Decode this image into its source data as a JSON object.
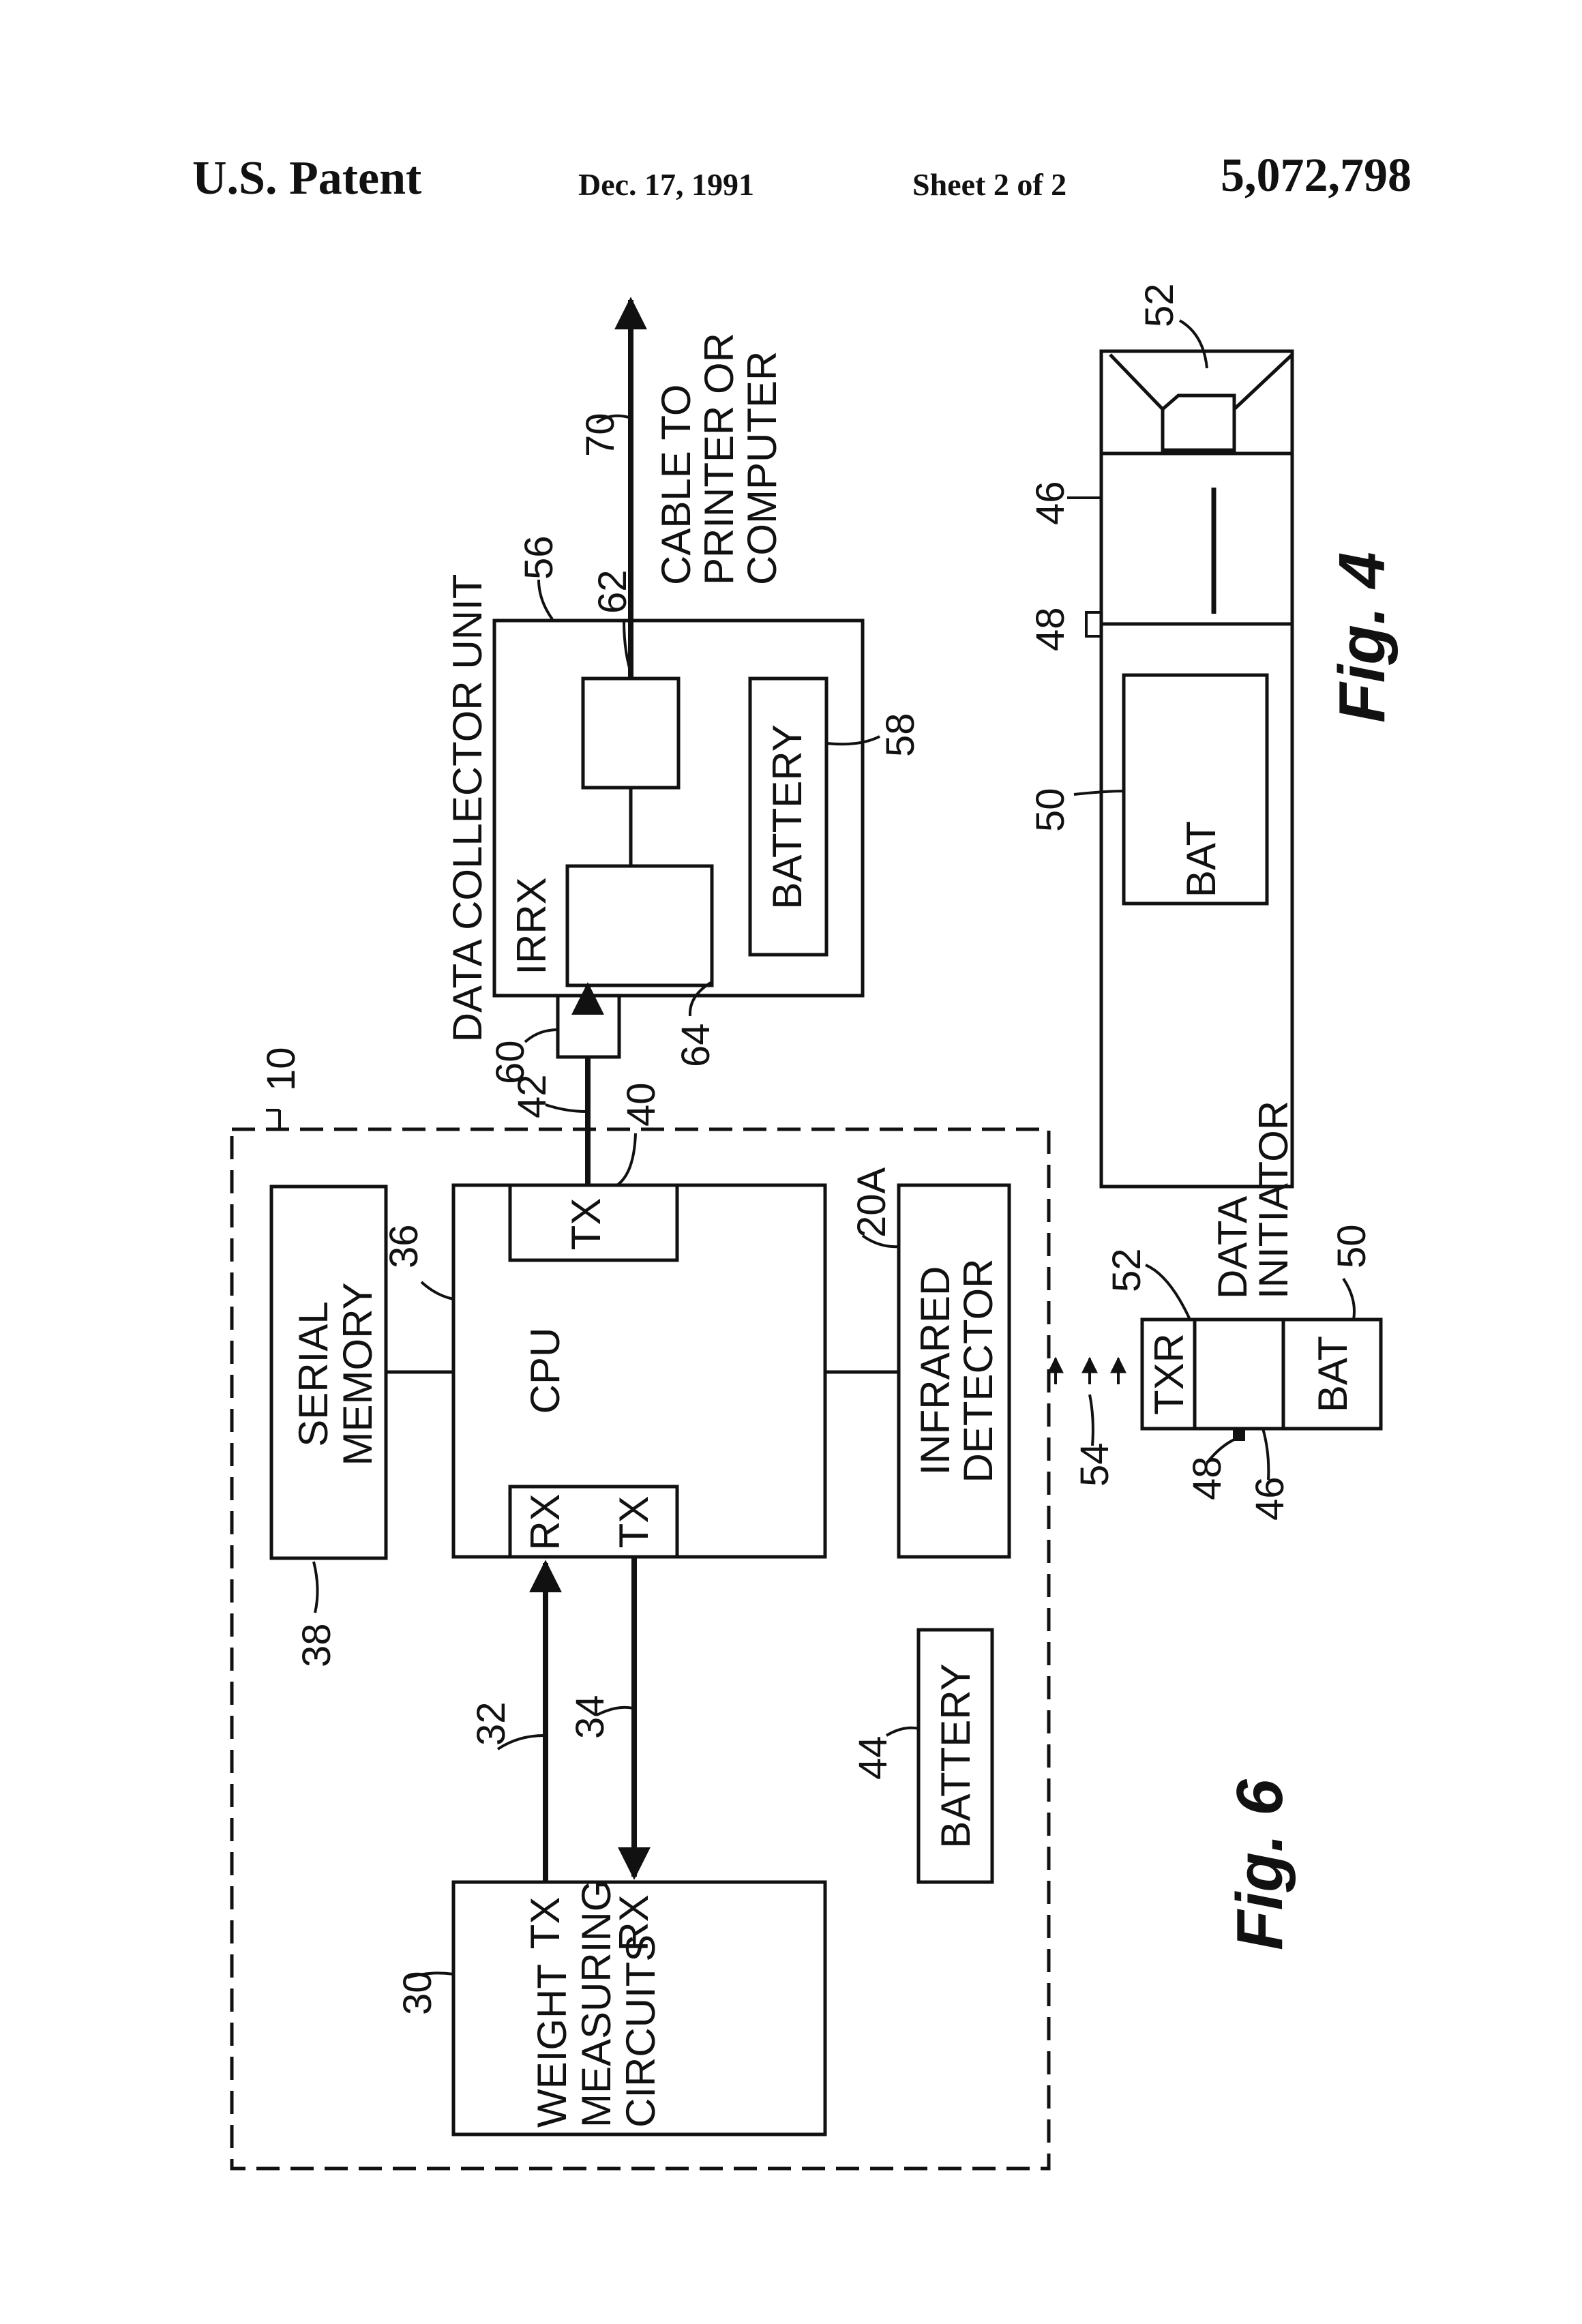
{
  "header": {
    "left": "U.S. Patent",
    "date": "Dec. 17, 1991",
    "sheet": "Sheet 2 of 2",
    "number": "5,072,798"
  },
  "fig6": {
    "caption": "Fig. 6",
    "device_ref": "10",
    "weight_circuits": {
      "ref": "30",
      "lines": [
        "WEIGHT",
        "MEASURING",
        "CIRCUITS"
      ],
      "tx": "TX",
      "rx": "RX"
    },
    "line_refs": {
      "tx_line": "32",
      "rx_line": "34",
      "ir_out": "42",
      "tx_port": "40"
    },
    "cpu": {
      "ref": "36",
      "label": "CPU",
      "rx": "RX",
      "tx_lower": "TX",
      "tx_upper": "TX"
    },
    "serial_memory": {
      "ref": "38",
      "lines": [
        "SERIAL",
        "MEMORY"
      ]
    },
    "infrared_detector": {
      "ref": "20A",
      "lines": [
        "INFRARED",
        "DETECTOR"
      ]
    },
    "battery": {
      "ref": "44",
      "label": "BATTERY"
    },
    "data_collector": {
      "ref": "56",
      "title": "DATA COLLECTOR UNIT",
      "irrx": "IRRX",
      "irrx_ref": "64",
      "window_ref": "60",
      "block_ref": "62",
      "battery": "BATTERY",
      "battery_ref": "58"
    },
    "cable": {
      "ref": "70",
      "lines": [
        "CABLE TO",
        "PRINTER OR",
        "COMPUTER"
      ]
    },
    "data_initiator": {
      "lines": [
        "DATA",
        "INITIATOR"
      ],
      "txr": "TXR",
      "bat": "BAT",
      "refs": {
        "txr": "52",
        "bat": "50",
        "button": "48",
        "body": "46",
        "ir": "54"
      }
    }
  },
  "fig4": {
    "caption": "Fig. 4",
    "bat": "BAT",
    "refs": {
      "bat": "50",
      "button": "48",
      "body": "46",
      "txr": "52"
    }
  }
}
